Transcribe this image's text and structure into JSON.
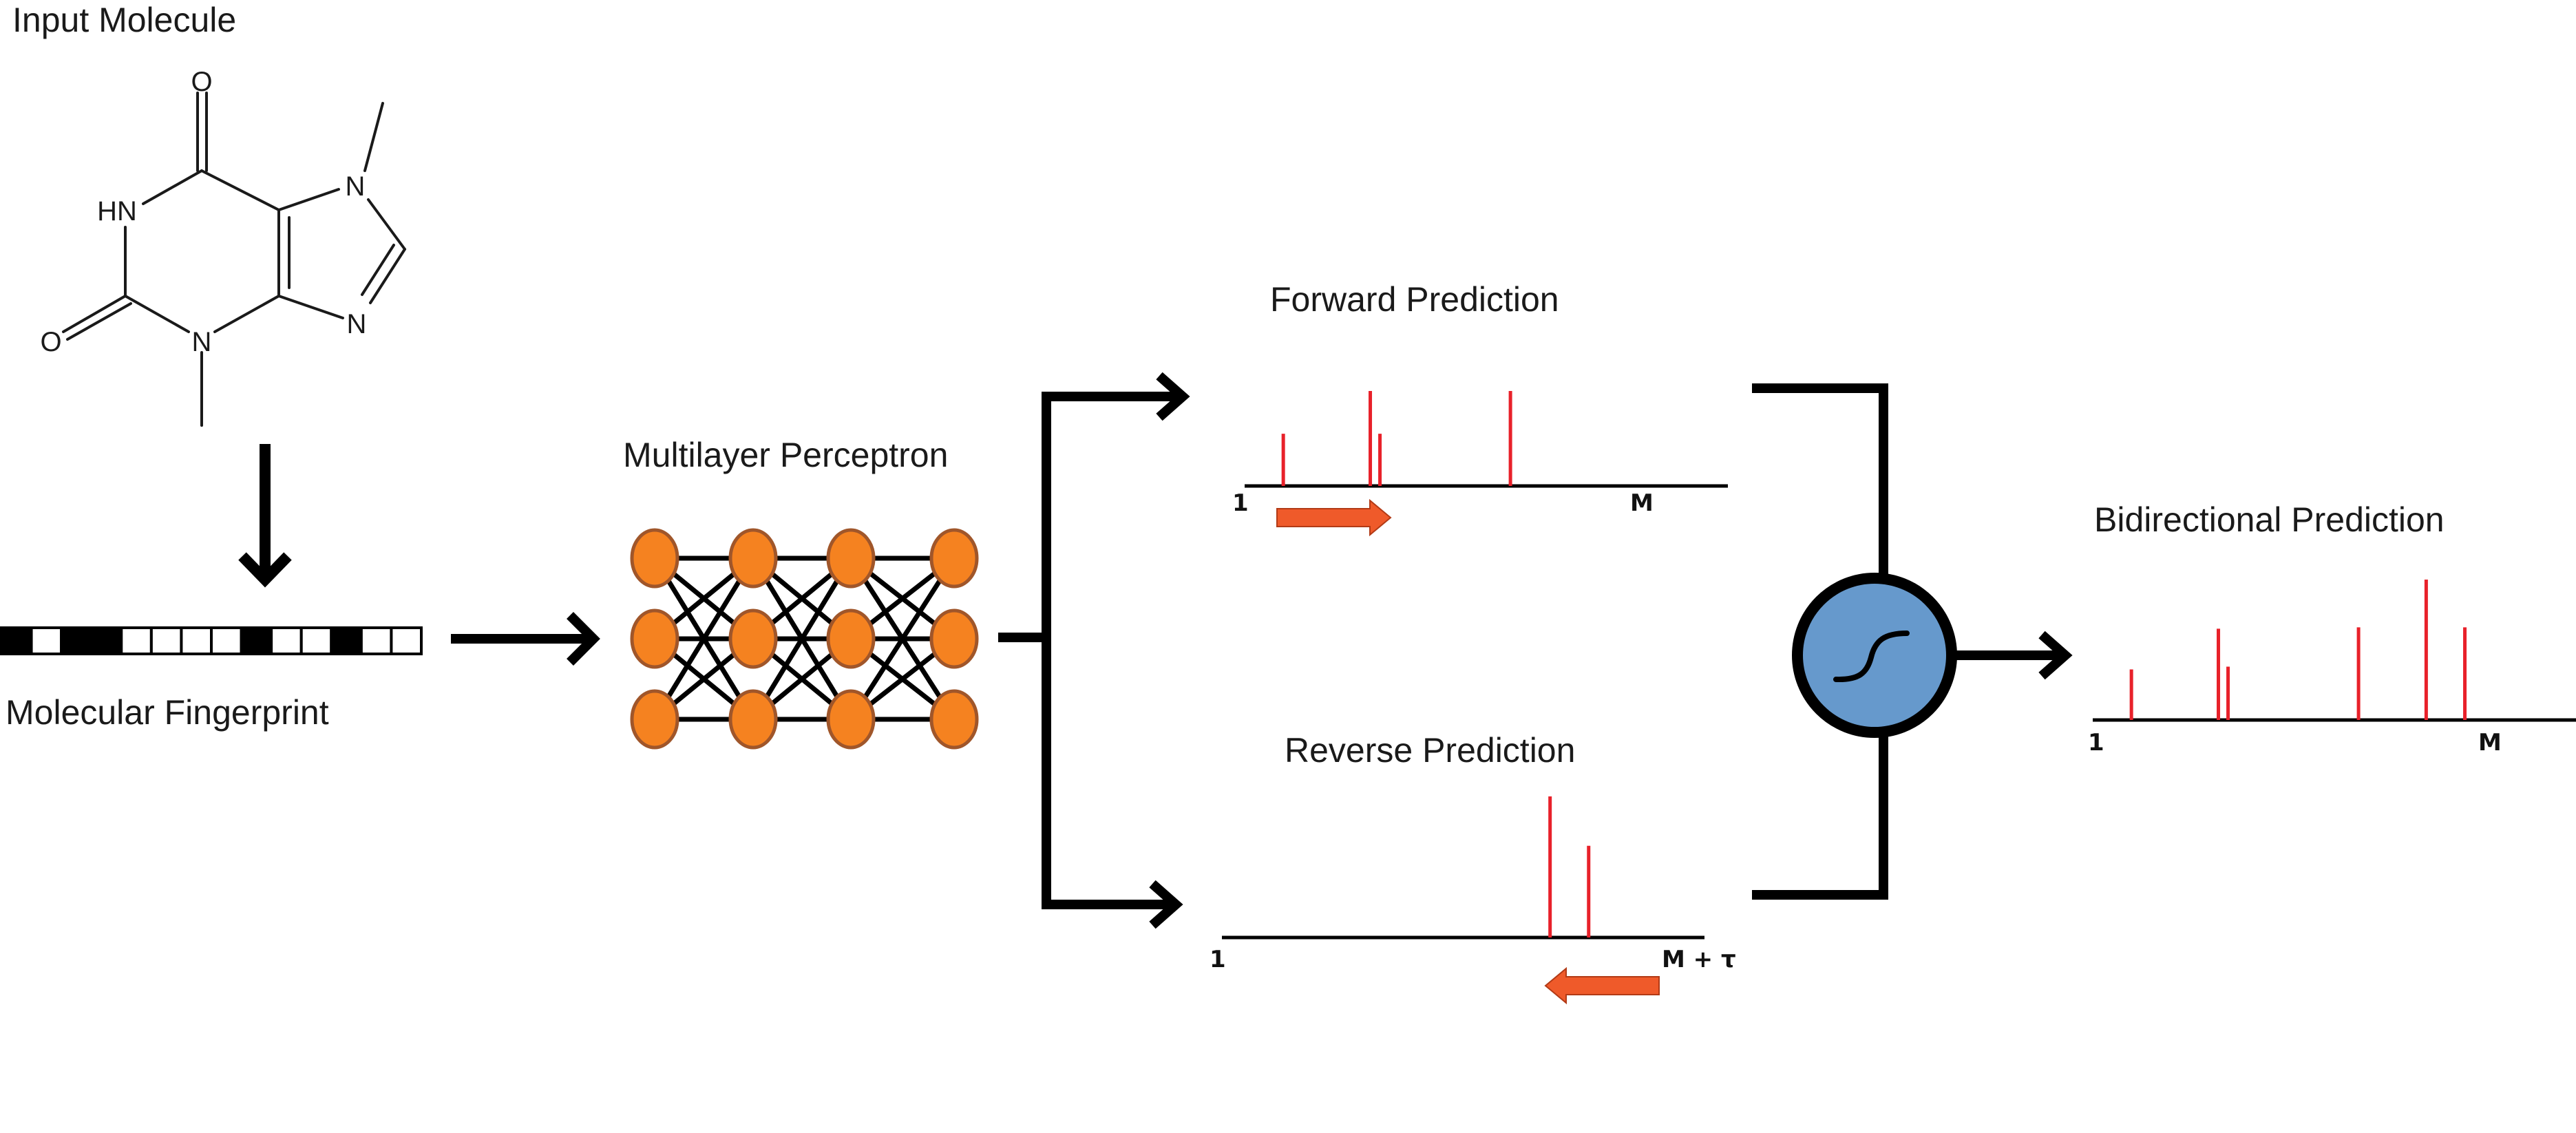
{
  "labels": {
    "input_molecule": "Input Molecule",
    "molecular_fingerprint": "Molecular Fingerprint",
    "multilayer_perceptron": "Multilayer Perceptron",
    "forward_prediction": "Forward Prediction",
    "reverse_prediction": "Reverse Prediction",
    "bidirectional_prediction": "Bidirectional Prediction"
  },
  "molecule_atoms": {
    "o_top": "O",
    "hn": "HN",
    "o_left": "O",
    "n_bottom": "N",
    "n_right_top": "N",
    "n_right_bottom": "N"
  },
  "fingerprint_bits": [
    1,
    0,
    1,
    1,
    0,
    0,
    0,
    0,
    1,
    0,
    0,
    1,
    0,
    0
  ],
  "colors": {
    "neuron": "#f58220",
    "neuron_stroke": "#a0562a",
    "spike": "#e8212a",
    "direction_arrow": "#ef5a2a",
    "sigmoid_node": "#6699cc",
    "line": "#000000"
  },
  "forward_spectrum": {
    "start_label": "1",
    "end_label": "M",
    "peaks": [
      {
        "position": 0.08,
        "height": 0.55
      },
      {
        "position": 0.26,
        "height": 1.0
      },
      {
        "position": 0.28,
        "height": 0.55
      },
      {
        "position": 0.55,
        "height": 1.0
      }
    ]
  },
  "reverse_spectrum": {
    "start_label": "1",
    "end_label": "M + τ",
    "peaks": [
      {
        "position": 0.68,
        "height": 1.0
      },
      {
        "position": 0.76,
        "height": 0.65
      }
    ]
  },
  "bidirectional_spectrum": {
    "start_label": "1",
    "end_label": "M",
    "peaks": [
      {
        "position": 0.08,
        "height": 0.36
      },
      {
        "position": 0.26,
        "height": 0.65
      },
      {
        "position": 0.28,
        "height": 0.38
      },
      {
        "position": 0.55,
        "height": 0.66
      },
      {
        "position": 0.69,
        "height": 1.0
      },
      {
        "position": 0.77,
        "height": 0.66
      }
    ]
  }
}
